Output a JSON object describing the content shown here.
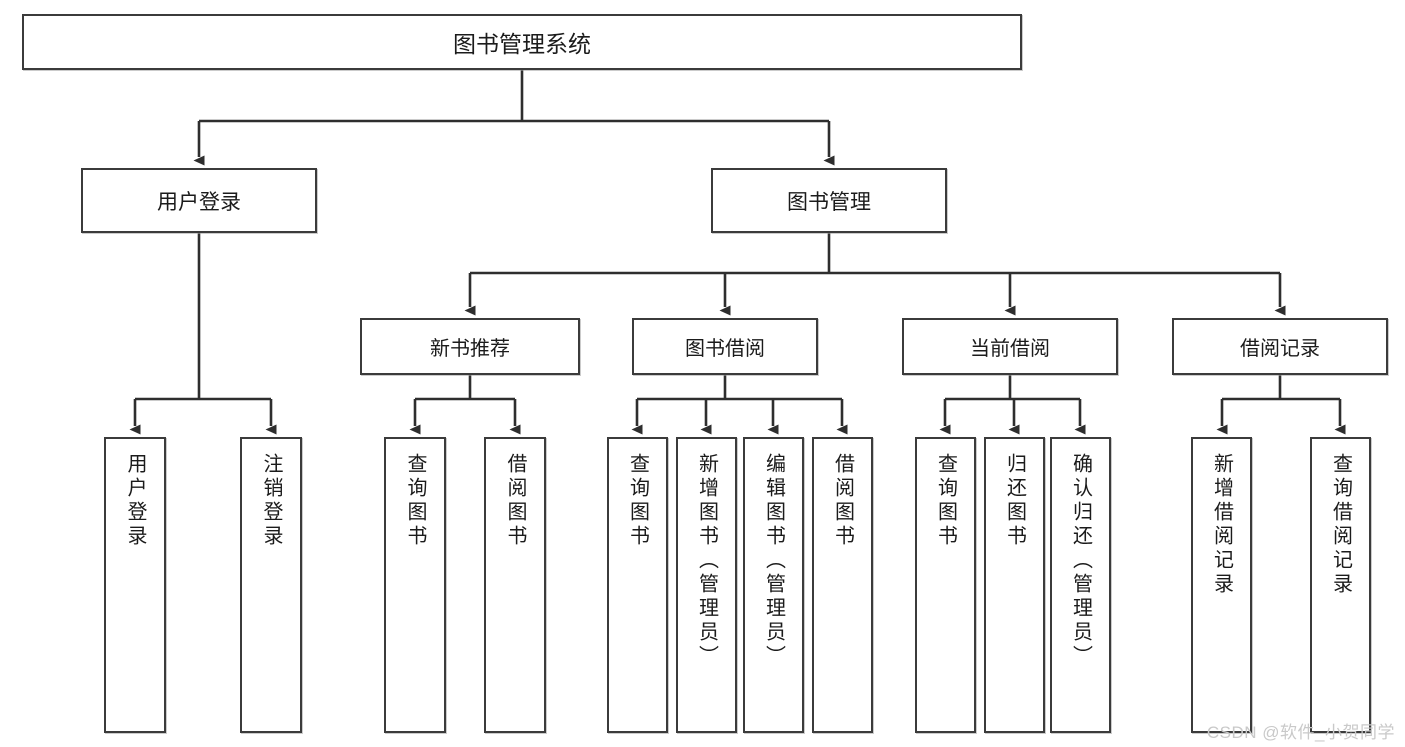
{
  "diagram": {
    "type": "tree-hierarchy",
    "orientation": "top-down",
    "stroke_color": "#3b3b3b",
    "fill_color": "#ffffff",
    "text_color": "#1b1b1b",
    "root": {
      "label": "图书管理系统"
    },
    "level2": [
      {
        "label": "用户登录"
      },
      {
        "label": "图书管理"
      }
    ],
    "level3": [
      {
        "label": "新书推荐"
      },
      {
        "label": "图书借阅"
      },
      {
        "label": "当前借阅"
      },
      {
        "label": "借阅记录"
      }
    ],
    "leaves": {
      "user_login": [
        {
          "label": "用户登录"
        },
        {
          "label": "注销登录"
        }
      ],
      "new_book": [
        {
          "label": "查询图书"
        },
        {
          "label": "借阅图书"
        }
      ],
      "borrow_book": [
        {
          "label": "查询图书"
        },
        {
          "label": "新增图书（管理员）"
        },
        {
          "label": "编辑图书（管理员）"
        },
        {
          "label": "借阅图书"
        }
      ],
      "current_borrow": [
        {
          "label": "查询图书"
        },
        {
          "label": "归还图书"
        },
        {
          "label": "确认归还（管理员）"
        }
      ],
      "borrow_record": [
        {
          "label": "新增借阅记录"
        },
        {
          "label": "查询借阅记录"
        }
      ]
    }
  },
  "watermark": {
    "text": "CSDN @软件_小贺同学"
  }
}
